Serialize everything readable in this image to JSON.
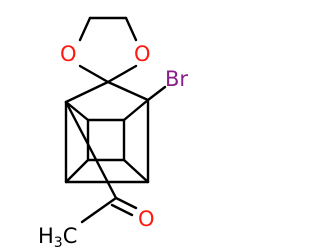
{
  "molecule": {
    "atoms": {
      "oxygen_left": "O",
      "oxygen_right": "O",
      "bromine": "Br",
      "carbonyl_oxygen": "O",
      "methyl_main": "H",
      "methyl_sub": "3",
      "methyl_carbon": "C"
    },
    "colors": {
      "bond": "#000000",
      "oxygen": "#ff1a0d",
      "bromine": "#8a1e8a"
    }
  }
}
